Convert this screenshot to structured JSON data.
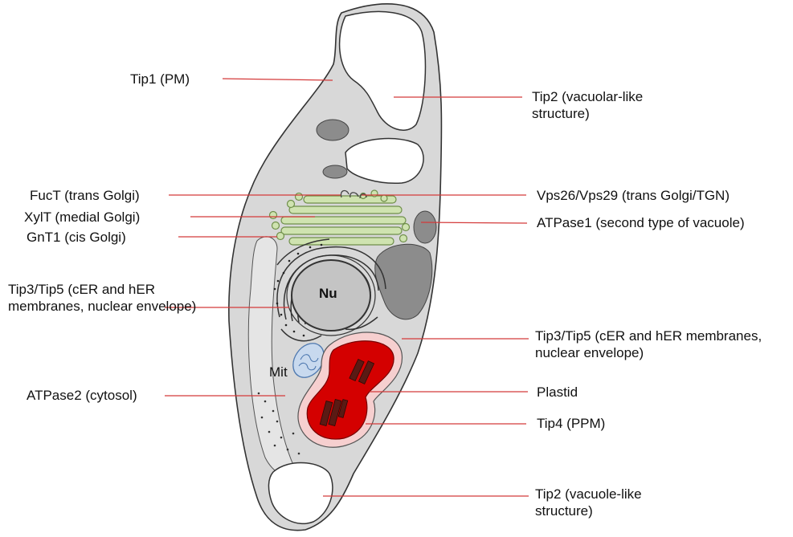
{
  "labels": {
    "tip1": "Tip1 (PM)",
    "tip2_top": "Tip2 (vacuolar-like structure)",
    "fuct": "FucT (trans Golgi)",
    "xylt": "XylT (medial Golgi)",
    "gnt1": "GnT1 (cis Golgi)",
    "vps": "Vps26/Vps29 (trans Golgi/TGN)",
    "atpase1": "ATPase1 (second type of vacuole)",
    "tip3_left": "Tip3/Tip5 (cER and hER membranes, nuclear envelope)",
    "tip3_right": "Tip3/Tip5 (cER and hER membranes, nuclear envelope)",
    "atpase2": "ATPase2 (cytosol)",
    "plastid": "Plastid",
    "tip4": "Tip4 (PPM)",
    "tip2_bottom": "Tip2 (vacuole-like structure)",
    "nucleus": "Nu",
    "mito": "Mit"
  },
  "colors": {
    "cytoplasm": "#d8d8d8",
    "organelle_dark": "#8c8c8c",
    "golgi": "#cfe3b0",
    "golgi_stroke": "#6f8f4a",
    "leader_line": "#d43a3a",
    "plastid_outer": "#f6cfcf",
    "plastid_body": "#cc0000",
    "mito": "#a9c6e8"
  }
}
